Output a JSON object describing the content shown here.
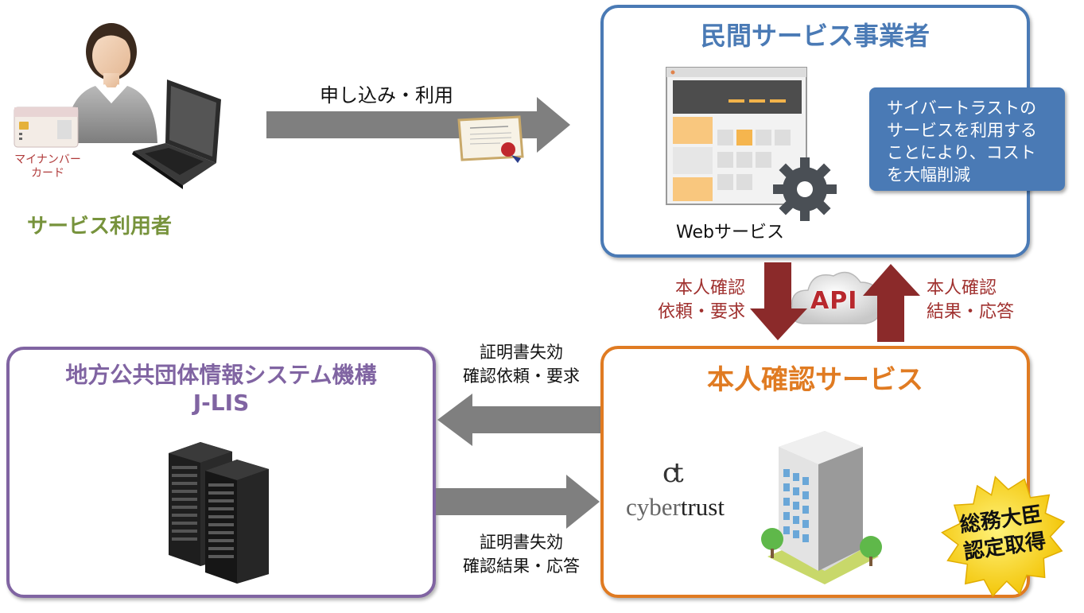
{
  "user": {
    "card_label_line1": "マイナンバー",
    "card_label_line2": "カード",
    "title": "サービス利用者"
  },
  "arrow_apply": {
    "label": "申し込み・利用"
  },
  "private_provider": {
    "title": "民間サービス事業者",
    "web_label": "Webサービス",
    "callout_lines": [
      "サイバートラストの",
      "サービスを利用する",
      "ことにより、コスト",
      "を大幅削減"
    ]
  },
  "api": {
    "cloud_label": "API",
    "left_label_line1": "本人確認",
    "left_label_line2": "依頼・要求",
    "right_label_line1": "本人確認",
    "right_label_line2": "結果・応答"
  },
  "jlis": {
    "title_line1": "地方公共団体情報システム機構",
    "title_line2": "J-LIS"
  },
  "arrow_request": {
    "line1": "証明書失効",
    "line2": "確認依頼・要求"
  },
  "arrow_response": {
    "line1": "証明書失効",
    "line2": "確認結果・応答"
  },
  "identity_service": {
    "title": "本人確認サービス",
    "logo_text_cyber": "cyber",
    "logo_text_trust": "trust",
    "logo_mark": "ct",
    "badge_line1": "総務大臣",
    "badge_line2": "認定取得"
  },
  "colors": {
    "blue_border": "#4a7ab5",
    "orange_border": "#e07b22",
    "purple_border": "#8064a2",
    "green_text": "#77933c",
    "arrow_gray": "#7f7f7f",
    "arrow_red": "#8b2a2a",
    "callout_blue": "#4a7ab5"
  }
}
